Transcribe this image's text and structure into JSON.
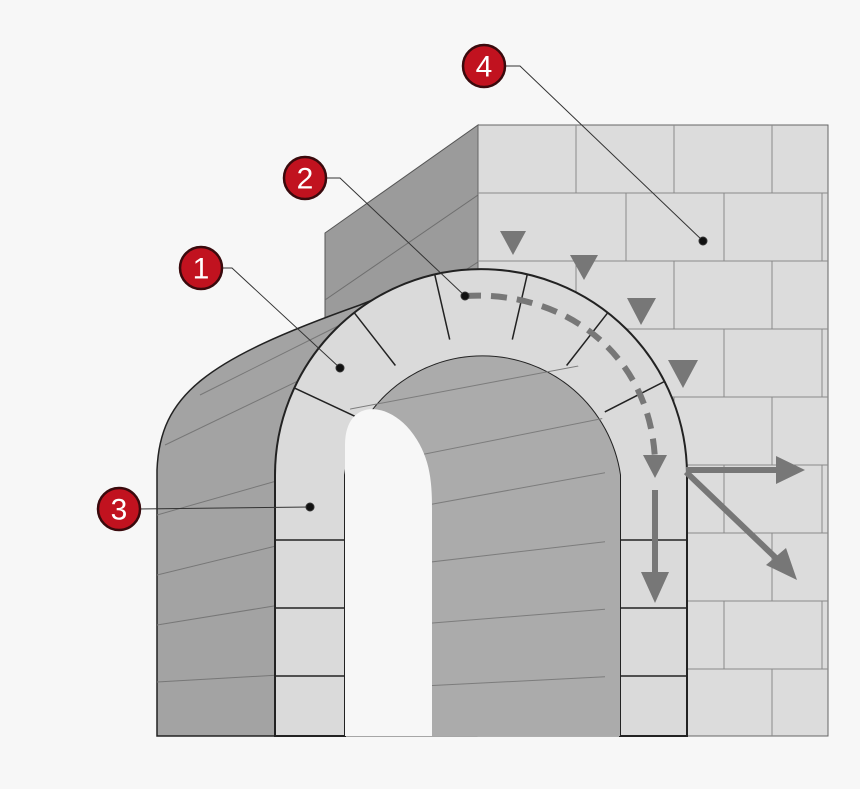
{
  "callouts": [
    {
      "number": "1",
      "meaning": "voussoir"
    },
    {
      "number": "2",
      "meaning": "thrust-line"
    },
    {
      "number": "3",
      "meaning": "jamb-block"
    },
    {
      "number": "4",
      "meaning": "wall-masonry"
    }
  ],
  "colors": {
    "background": "#f7f7f7",
    "wall_face": "#dcdcdc",
    "wall_side": "#9b9b9b",
    "arch_stone": "#dadada",
    "intrados_shadow": "#a9a9a9",
    "arrow": "#777777",
    "badge_fill": "#c1121f",
    "mortar_line": "#8a8a8a"
  },
  "icons": {
    "load_arrow": "downward-triangle-icon",
    "thrust_path": "dashed-curve-arrow",
    "force_arrow": "solid-arrow-icon"
  }
}
